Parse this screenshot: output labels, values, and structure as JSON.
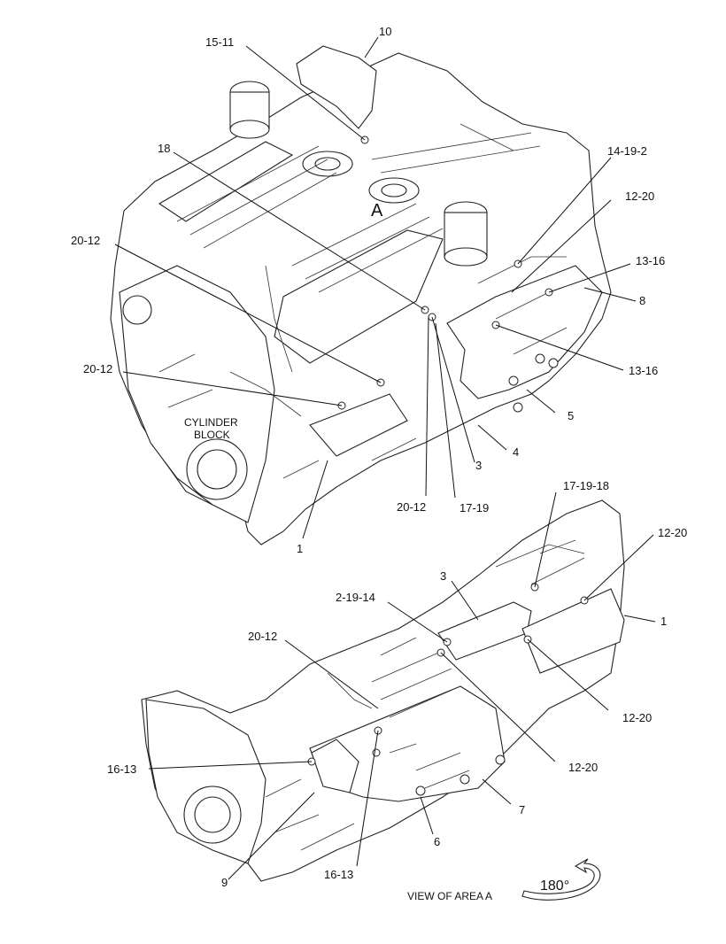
{
  "callouts": [
    {
      "id": "c-15-11",
      "text": "15-11"
    },
    {
      "id": "c-10",
      "text": "10"
    },
    {
      "id": "c-18",
      "text": "18"
    },
    {
      "id": "c-14-19-2",
      "text": "14-19-2"
    },
    {
      "id": "c-12-20-a",
      "text": "12-20"
    },
    {
      "id": "c-20-12-a",
      "text": "20-12"
    },
    {
      "id": "c-13-16-a",
      "text": "13-16"
    },
    {
      "id": "c-8",
      "text": "8"
    },
    {
      "id": "c-13-16-b",
      "text": "13-16"
    },
    {
      "id": "c-20-12-b",
      "text": "20-12"
    },
    {
      "id": "c-5",
      "text": "5"
    },
    {
      "id": "c-4",
      "text": "4"
    },
    {
      "id": "c-3-a",
      "text": "3"
    },
    {
      "id": "c-20-12-c",
      "text": "20-12"
    },
    {
      "id": "c-17-19",
      "text": "17-19"
    },
    {
      "id": "c-1-a",
      "text": "1"
    },
    {
      "id": "c-17-19-18",
      "text": "17-19-18"
    },
    {
      "id": "c-12-20-b",
      "text": "12-20"
    },
    {
      "id": "c-3-b",
      "text": "3"
    },
    {
      "id": "c-2-19-14",
      "text": "2-19-14"
    },
    {
      "id": "c-1-b",
      "text": "1"
    },
    {
      "id": "c-20-12-d",
      "text": "20-12"
    },
    {
      "id": "c-12-20-c",
      "text": "12-20"
    },
    {
      "id": "c-12-20-d",
      "text": "12-20"
    },
    {
      "id": "c-16-13-a",
      "text": "16-13"
    },
    {
      "id": "c-7",
      "text": "7"
    },
    {
      "id": "c-6",
      "text": "6"
    },
    {
      "id": "c-9",
      "text": "9"
    },
    {
      "id": "c-16-13-b",
      "text": "16-13"
    }
  ],
  "area_marker": "A",
  "block_label": {
    "line1": "CYLINDER",
    "line2": "BLOCK"
  },
  "view_label": "VIEW OF AREA  A",
  "rotation_label": "180°"
}
